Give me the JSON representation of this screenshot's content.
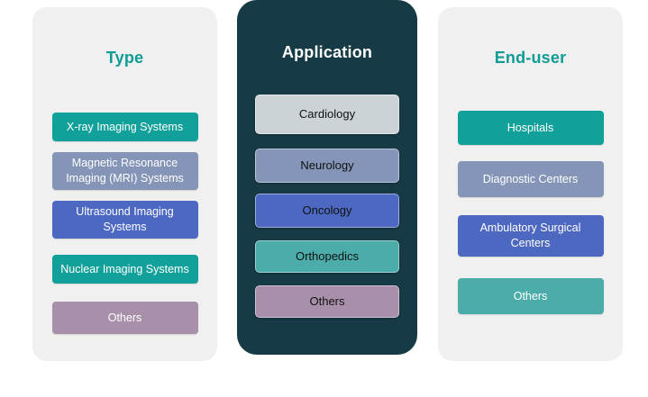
{
  "colors": {
    "teal": "#12a09a",
    "teal_light": "#4bacaa",
    "blue_gray": "#8495b8",
    "blue": "#4c68c0",
    "mauve": "#a890aa",
    "light_gray": "#ccd3d6",
    "panel_dark": "#163a46",
    "panel_light": "#f0f0f0",
    "heading_teal": "#0e9c94",
    "heading_light": "#ffffff"
  },
  "columns": [
    {
      "title": "Type",
      "items": [
        {
          "label": "X-ray Imaging Systems"
        },
        {
          "label": "Magnetic Resonance Imaging (MRI) Systems"
        },
        {
          "label": "Ultrasound Imaging Systems"
        },
        {
          "label": "Nuclear Imaging Systems"
        },
        {
          "label": "Others"
        }
      ]
    },
    {
      "title": "Application",
      "items": [
        {
          "label": "Cardiology"
        },
        {
          "label": "Neurology"
        },
        {
          "label": "Oncology"
        },
        {
          "label": "Orthopedics"
        },
        {
          "label": "Others"
        }
      ]
    },
    {
      "title": "End-user",
      "items": [
        {
          "label": "Hospitals"
        },
        {
          "label": "Diagnostic Centers"
        },
        {
          "label": "Ambulatory Surgical Centers"
        },
        {
          "label": "Others"
        }
      ]
    }
  ]
}
